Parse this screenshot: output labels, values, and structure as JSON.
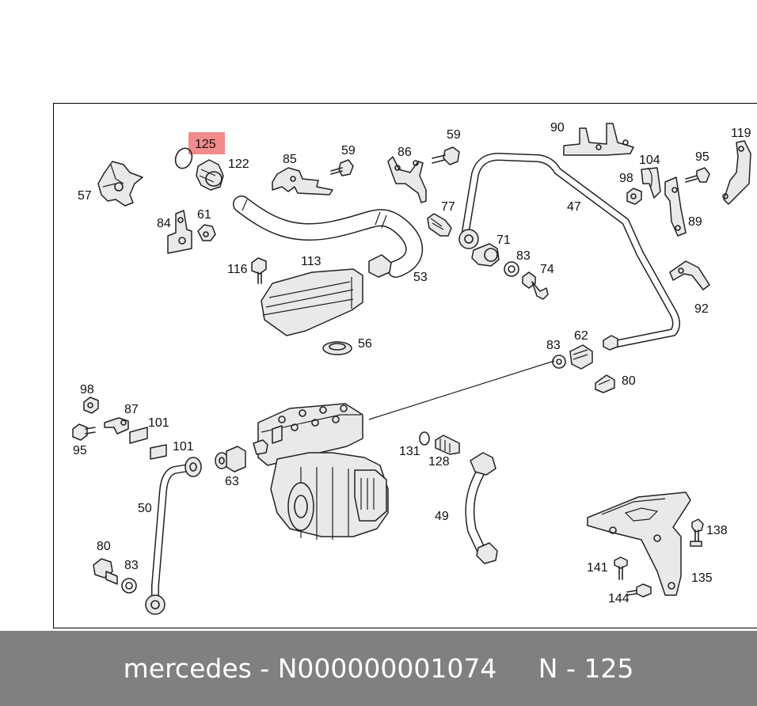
{
  "diagram": {
    "highlight_color": "#f28b8b",
    "labels": {
      "l125": "125",
      "l122": "122",
      "l57": "57",
      "l84": "84",
      "l61": "61",
      "l85": "85",
      "l59a": "59",
      "l86": "86",
      "l59b": "59",
      "l90": "90",
      "l119": "119",
      "l104": "104",
      "l95a": "95",
      "l98a": "98",
      "l89": "89",
      "l47": "47",
      "l77": "77",
      "l71": "71",
      "l83a": "83",
      "l74": "74",
      "l116": "116",
      "l113": "113",
      "l53": "53",
      "l56": "56",
      "l92": "92",
      "l83b": "83",
      "l62": "62",
      "l80a": "80",
      "l98b": "98",
      "l87": "87",
      "l101a": "101",
      "l95b": "95",
      "l101b": "101",
      "l63": "63",
      "l50": "50",
      "l131": "131",
      "l128": "128",
      "l49": "49",
      "l138": "138",
      "l141": "141",
      "l135": "135",
      "l144": "144",
      "l80b": "80",
      "l83c": "83"
    }
  },
  "footer": {
    "text": "mercedes - N000000001074     N - 125"
  }
}
